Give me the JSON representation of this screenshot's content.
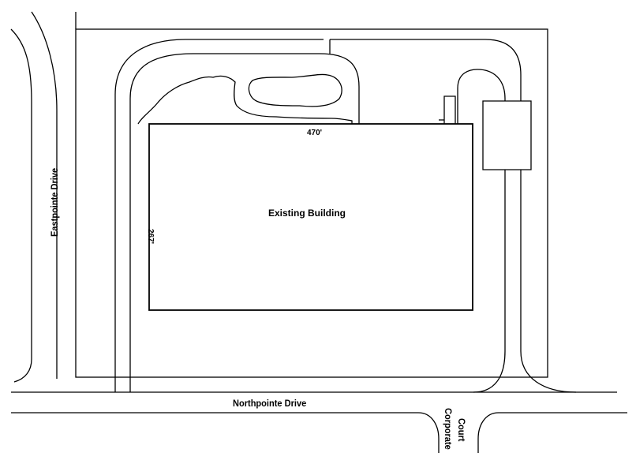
{
  "map": {
    "building_label": "Existing Building",
    "width_dimension": "470'",
    "depth_dimension": "267'",
    "streets": {
      "west": "Eastpointe Drive",
      "south": "Northpointe Drive",
      "southeast_line1": "Corporate",
      "southeast_line2": "Court"
    },
    "line_color": "#000000",
    "background_color": "#ffffff"
  }
}
